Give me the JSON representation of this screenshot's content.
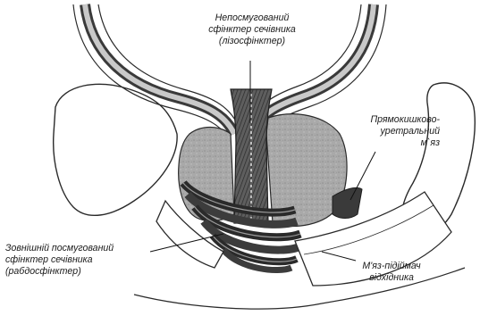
{
  "labels": {
    "internal_sphincter": {
      "line1": "Непосмугований",
      "line2": "сфінктер сечівника",
      "line3": "(лізосфінктер)"
    },
    "rectourethral": {
      "line1": "Прямокишково-",
      "line2": "уретральний",
      "line3": "м`яз"
    },
    "external_sphincter": {
      "line1": "Зовнішній посмугований",
      "line2": "сфінктер сечівника",
      "line3": "(рабдосфінктер)"
    },
    "levator_ani": {
      "line1": "М'яз-підіймач",
      "line2": "відхідника"
    }
  }
}
